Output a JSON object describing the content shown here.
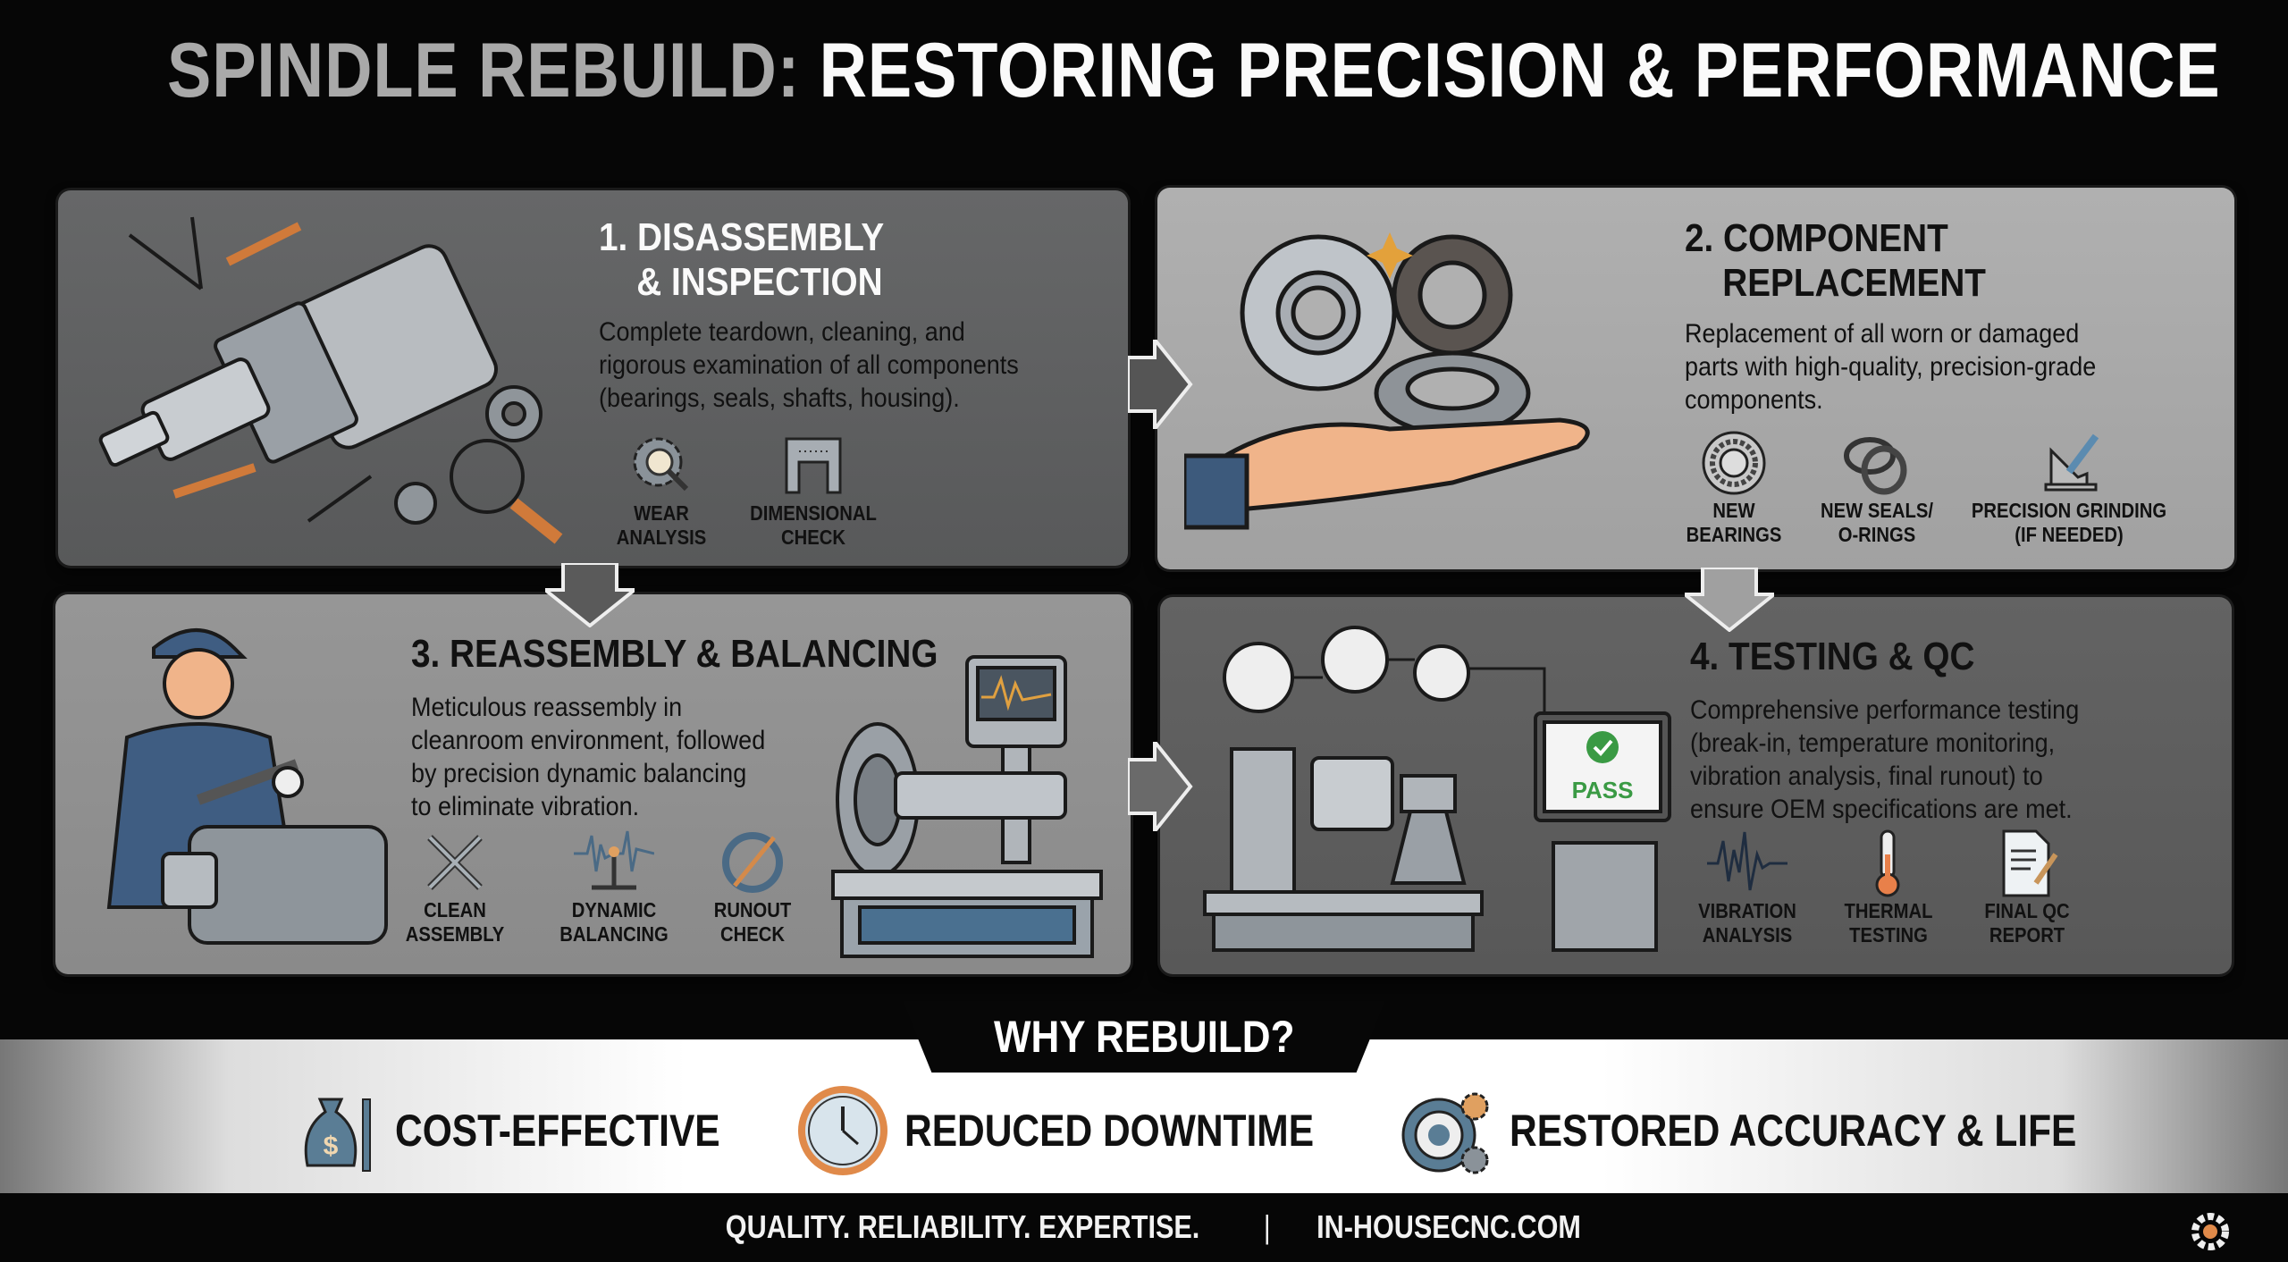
{
  "title": {
    "prefix": "SPINDLE REBUILD:",
    "main": "RESTORING PRECISION & PERFORMANCE"
  },
  "steps": [
    {
      "heading_line1": "1. DISASSEMBLY",
      "heading_line2": "& INSPECTION",
      "description": [
        "Complete teardown, cleaning, and",
        "rigorous examination of all components",
        "(bearings, seals, shafts, housing)."
      ],
      "features": [
        {
          "line1": "WEAR",
          "line2": "ANALYSIS",
          "icon": "gear-magnifier-icon"
        },
        {
          "line1": "DIMENSIONAL",
          "line2": "CHECK",
          "icon": "caliper-icon"
        }
      ]
    },
    {
      "heading_line1": "2. COMPONENT",
      "heading_line2": "REPLACEMENT",
      "description": [
        "Replacement of all worn or damaged",
        "parts with high-quality, precision-grade",
        "components."
      ],
      "features": [
        {
          "line1": "NEW",
          "line2": "BEARINGS",
          "icon": "bearing-icon"
        },
        {
          "line1": "NEW SEALS/",
          "line2": "O-RINGS",
          "icon": "seal-rings-icon"
        },
        {
          "line1": "PRECISION GRINDING",
          "line2": "(IF NEEDED)",
          "icon": "grinder-icon"
        }
      ]
    },
    {
      "heading_line1": "3. REASSEMBLY & BALANCING",
      "description": [
        "Meticulous reassembly in",
        "cleanroom environment, followed",
        "by precision dynamic balancing",
        "to eliminate vibration."
      ],
      "features": [
        {
          "line1": "CLEAN",
          "line2": "ASSEMBLY",
          "icon": "wrenches-icon"
        },
        {
          "line1": "DYNAMIC",
          "line2": "BALANCING",
          "icon": "balance-wave-icon"
        },
        {
          "line1": "RUNOUT",
          "line2": "CHECK",
          "icon": "runout-gauge-icon"
        }
      ]
    },
    {
      "heading_line1": "4. TESTING & QC",
      "description": [
        "Comprehensive performance testing",
        "(break-in, temperature monitoring,",
        "vibration analysis, final runout) to",
        "ensure OEM specifications are met."
      ],
      "features": [
        {
          "line1": "VIBRATION",
          "line2": "ANALYSIS",
          "icon": "waveform-icon"
        },
        {
          "line1": "THERMAL",
          "line2": "TESTING",
          "icon": "thermometer-icon"
        },
        {
          "line1": "FINAL QC",
          "line2": "REPORT",
          "icon": "report-icon"
        }
      ],
      "monitor_text": "PASS"
    }
  ],
  "why": {
    "title": "WHY REBUILD?",
    "benefits": [
      {
        "label": "COST-EFFECTIVE",
        "icon": "money-bag-wrench-icon"
      },
      {
        "label": "REDUCED DOWNTIME",
        "icon": "clock-icon"
      },
      {
        "label": "RESTORED ACCURACY & LIFE",
        "icon": "target-gears-icon"
      }
    ]
  },
  "footer": {
    "tagline": "QUALITY. RELIABILITY. EXPERTISE.",
    "separator": "|",
    "website": "IN-HOUSECNC.COM"
  },
  "colors": {
    "accent": "#e08a4a",
    "pass_green": "#3a9a44",
    "steel_blue": "#5a7d95"
  }
}
